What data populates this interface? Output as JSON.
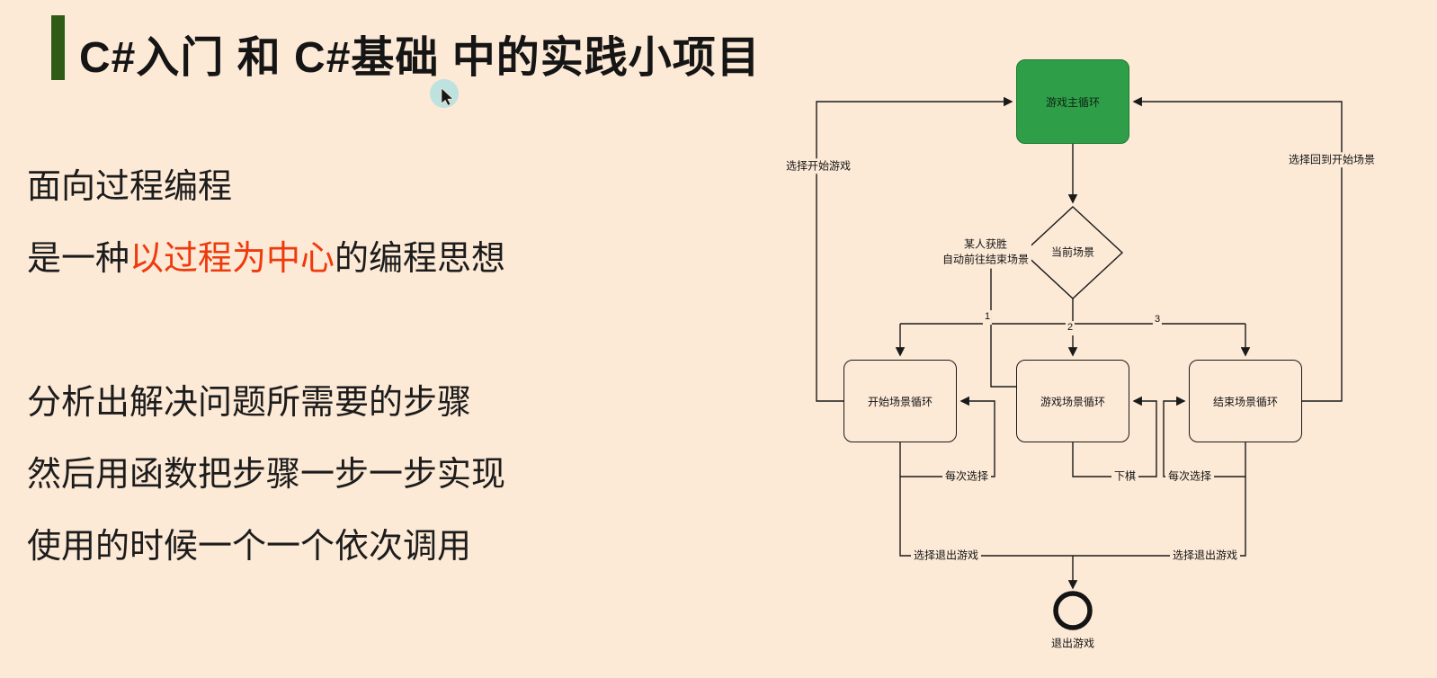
{
  "page": {
    "bg_color": "#fce9d6"
  },
  "title": {
    "text": "C#入门 和 C#基础 中的实践小项目",
    "bar_color": "#2e5c17"
  },
  "body": {
    "line1": "面向过程编程",
    "line2_prefix": "是一种",
    "line2_highlight": "以过程为中心",
    "line2_suffix": "的编程思想",
    "highlight_color": "#ee3a0c",
    "line3": "分析出解决问题所需要的步骤",
    "line4": "然后用函数把步骤一步一步实现",
    "line5": "使用的时候一个一个依次调用"
  },
  "flowchart": {
    "nodes": {
      "main_loop": "游戏主循环",
      "current_scene": "当前场景",
      "start_scene": "开始场景循环",
      "game_scene": "游戏场景循环",
      "end_scene": "结束场景循环",
      "exit_label": "退出游戏"
    },
    "edges": {
      "choose_start": "选择开始游戏",
      "back_to_start": "选择回到开始场景",
      "win_line1": "某人获胜",
      "win_line2": "自动前往结束场景",
      "branch1": "1",
      "branch2": "2",
      "branch3": "3",
      "each_choice_left": "每次选择",
      "play_chess": "下棋",
      "each_choice_right": "每次选择",
      "exit_left": "选择退出游戏",
      "exit_right": "选择退出游戏"
    },
    "colors": {
      "main_fill": "#2f9e49",
      "main_border": "#1c7a33",
      "line": "#1a1a1a"
    }
  }
}
